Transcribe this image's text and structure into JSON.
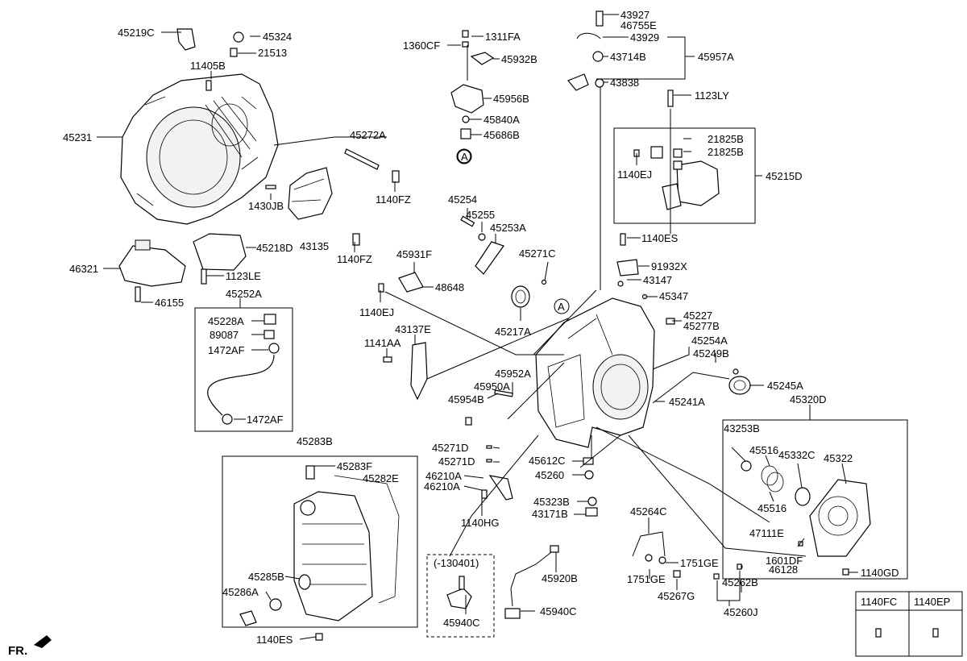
{
  "labels": {
    "p45219C": "45219C",
    "p45324": "45324",
    "p11405B": "11405B",
    "p21513": "21513",
    "p45231": "45231",
    "p45272A": "45272A",
    "p1140FZ_a": "1140FZ",
    "p1430JB": "1430JB",
    "p45218D": "45218D",
    "p43135": "43135",
    "p1140FZ_b": "1140FZ",
    "p46321": "46321",
    "p1123LE": "1123LE",
    "p46155": "46155",
    "p45252A": "45252A",
    "p45228A": "45228A",
    "p89087": "89087",
    "p1472AF_a": "1472AF",
    "p1472AF_b": "1472AF",
    "p45283B": "45283B",
    "p45283F": "45283F",
    "p45282E": "45282E",
    "p45285B": "45285B",
    "p45286A": "45286A",
    "p1140ES_a": "1140ES",
    "p1360CF": "1360CF",
    "p1311FA": "1311FA",
    "p45932B": "45932B",
    "p45956B": "45956B",
    "p45840A": "45840A",
    "p45686B": "45686B",
    "pA_a": "A",
    "p43927": "43927",
    "p46755E": "46755E",
    "p43929": "43929",
    "p43714B": "43714B",
    "p45957A": "45957A",
    "p43838": "43838",
    "p1123LY": "1123LY",
    "p21825B_a": "21825B",
    "p21825B_b": "21825B",
    "p1140EJ_a": "1140EJ",
    "p45215D": "45215D",
    "p45254": "45254",
    "p45255": "45255",
    "p45253A": "45253A",
    "p1140ES_b": "1140ES",
    "p91932X": "91932X",
    "p45931F": "45931F",
    "p48648": "48648",
    "p45271C": "45271C",
    "p43147": "43147",
    "p1140EJ_b": "1140EJ",
    "p45347": "45347",
    "pA_b": "A",
    "p45227": "45227",
    "p45277B": "45277B",
    "p45217A": "45217A",
    "p43137E": "43137E",
    "p1141AA": "1141AA",
    "p45254A": "45254A",
    "p45249B": "45249B",
    "p45952A": "45952A",
    "p45950A": "45950A",
    "p45245A": "45245A",
    "p45954B": "45954B",
    "p45241A": "45241A",
    "p45320D": "45320D",
    "p43253B": "43253B",
    "p45516_a": "45516",
    "p45332C": "45332C",
    "p45322": "45322",
    "p45271D_a": "45271D",
    "p45271D_b": "45271D",
    "p46210A_a": "46210A",
    "p46210A_b": "46210A",
    "p45612C": "45612C",
    "p45260_a": "45260",
    "p45323B": "45323B",
    "p43171B": "43171B",
    "p1140HG": "1140HG",
    "p45264C": "45264C",
    "p45516_b": "45516",
    "p47111E": "47111E",
    "p1601DF": "1601DF",
    "p46128": "46128",
    "p1140GD": "1140GD",
    "p130401": "(-130401)",
    "p45920B": "45920B",
    "p1751GE_a": "1751GE",
    "p1751GE_b": "1751GE",
    "p45267G": "45267G",
    "p45262B": "45262B",
    "p45260J": "45260J",
    "p45940C_a": "45940C",
    "p45940C_b": "45940C",
    "p1140FC": "1140FC",
    "p1140EP": "1140EP",
    "fr": "FR."
  }
}
